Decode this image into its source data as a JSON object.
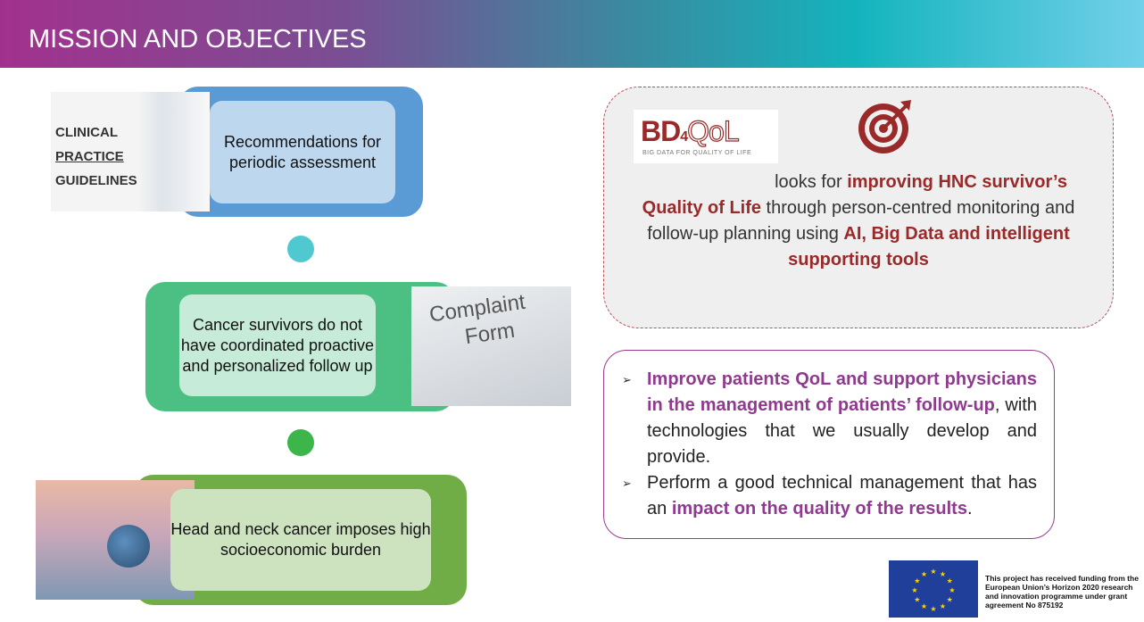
{
  "header": {
    "title": "MISSION AND OBJECTIVES"
  },
  "steps": [
    {
      "text": "Recommendations for periodic assessment",
      "image_text": [
        "CLINICAL",
        "PRACTICE",
        "GUIDELINES"
      ]
    },
    {
      "text": "Cancer survivors do not have coordinated proactive and personalized follow up",
      "image_text": [
        "Complaint",
        "Form"
      ]
    },
    {
      "text": "Head and neck cancer imposes high socioeconomic burden"
    }
  ],
  "mission": {
    "logo": "BD4QoL",
    "logo_tagline": "BIG DATA FOR QUALITY OF LIFE",
    "p1": "looks for ",
    "b1": "improving HNC survivor’s Quality of Life",
    "p2": " through person-centred monitoring and follow-up planning using ",
    "b2": "AI, Big Data and intelligent supporting tools"
  },
  "objectives": [
    {
      "bold": "Improve patients QoL and support physicians in the management of patients’ follow-up",
      "text": ", with technologies that we usually develop and provide."
    },
    {
      "pre": "Perform a good technical management that has an ",
      "bold": "impact on the quality of the results",
      "text": "."
    }
  ],
  "funding": {
    "text": "This project has received funding from the European Union’s Horizon 2020 research and innovation programme under grant agreement No 875192"
  },
  "colors": {
    "blue": "#5b9bd5",
    "teal": "#4fc9cf",
    "green": "#4cc083",
    "dkgreen": "#70ad47",
    "red": "#9a2a2a",
    "purple": "#8f3a8f"
  }
}
